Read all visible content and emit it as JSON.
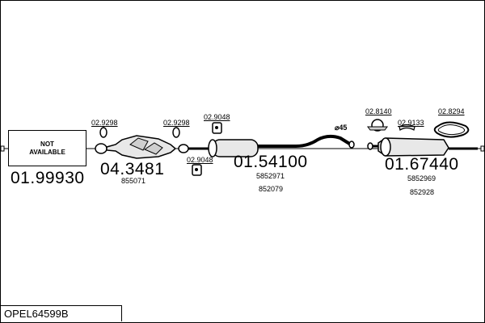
{
  "not_available": {
    "line1": "NOT",
    "line2": "AVAILABLE"
  },
  "parts": {
    "front_code": "01.99930",
    "cat_code": "04.3481",
    "cat_oem": "855071",
    "mid_code": "01.54100",
    "mid_oem1": "5852971",
    "mid_oem2": "852079",
    "rear_code": "01.67440",
    "rear_oem1": "5852969",
    "rear_oem2": "852928"
  },
  "refs": {
    "r1": "02.9298",
    "r2": "02.9298",
    "r3": "02.9048",
    "r4": "02.9048",
    "r5": "02.8140",
    "r6": "02.9133",
    "r7": "02.8294"
  },
  "pipe_label": "⌀45",
  "title": "OPEL64599B"
}
